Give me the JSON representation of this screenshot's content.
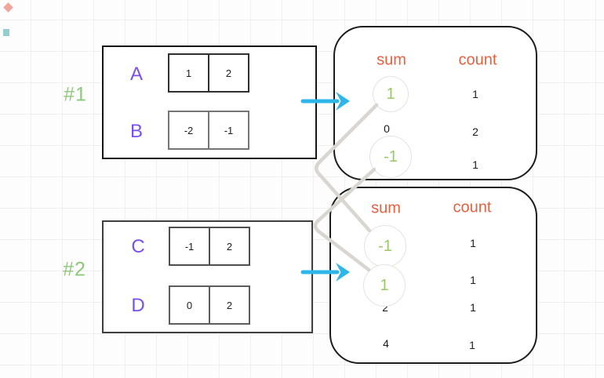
{
  "groups": [
    {
      "label": "#1",
      "arrays": [
        {
          "name": "A",
          "values": [
            "1",
            "2"
          ]
        },
        {
          "name": "B",
          "values": [
            "-2",
            "-1"
          ]
        }
      ],
      "result": {
        "headers": {
          "sum": "sum",
          "count": "count"
        },
        "rows": [
          {
            "sum": "1",
            "count": "1",
            "highlighted": true
          },
          {
            "sum": "0",
            "count": "2",
            "highlighted": false
          },
          {
            "sum": "-1",
            "count": "1",
            "highlighted": true
          }
        ]
      }
    },
    {
      "label": "#2",
      "arrays": [
        {
          "name": "C",
          "values": [
            "-1",
            "2"
          ]
        },
        {
          "name": "D",
          "values": [
            "0",
            "2"
          ]
        }
      ],
      "result": {
        "headers": {
          "sum": "sum",
          "count": "count"
        },
        "rows": [
          {
            "sum": "-1",
            "count": "1",
            "highlighted": true
          },
          {
            "sum": "1",
            "count": "1",
            "highlighted": true
          },
          {
            "sum": "2",
            "count": "1",
            "highlighted": false
          },
          {
            "sum": "4",
            "count": "1",
            "highlighted": false
          }
        ]
      }
    }
  ],
  "connections": [
    {
      "from": "group1 sum 1",
      "to": "group2 sum -1"
    },
    {
      "from": "group1 sum -1",
      "to": "group2 sum 1"
    }
  ],
  "colors": {
    "group_label_green": "#8ec87c",
    "array_name_purple": "#7a4ff0",
    "header_orange": "#e8603e",
    "highlight_green": "#9cc768",
    "arrow_blue": "#2fb6e9",
    "connector_gray": "#d9d6d1"
  }
}
